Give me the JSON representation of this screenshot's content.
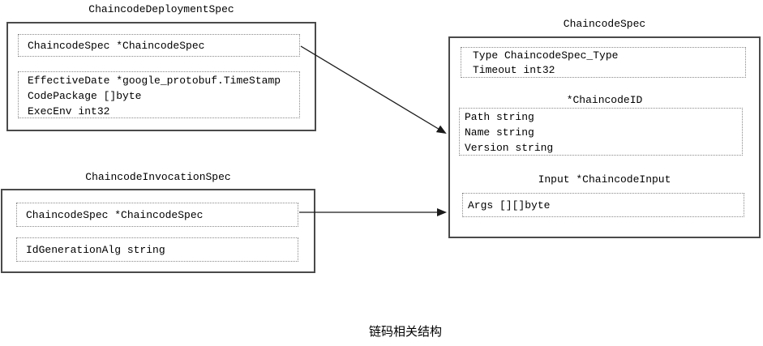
{
  "diagram": {
    "caption": "链码相关结构",
    "deployment_spec": {
      "title": "ChaincodeDeploymentSpec",
      "field_spec": "ChaincodeSpec *ChaincodeSpec",
      "field_lines": [
        "EffectiveDate *google_protobuf.TimeStamp",
        "CodePackage []byte",
        "ExecEnv int32"
      ]
    },
    "invocation_spec": {
      "title": "ChaincodeInvocationSpec",
      "field_spec": "ChaincodeSpec *ChaincodeSpec",
      "field_idgen": "IdGenerationAlg string"
    },
    "chaincode_spec": {
      "title": "ChaincodeSpec",
      "type_lines": [
        "Type ChaincodeSpec_Type",
        "Timeout int32"
      ],
      "chaincode_id_label": "*ChaincodeID",
      "chaincode_id_lines": [
        "Path string",
        "Name string",
        "Version string"
      ],
      "input_label": "Input *ChaincodeInput",
      "args_line": "Args [][]byte"
    },
    "relations": [
      {
        "from": "ChaincodeDeploymentSpec.ChaincodeSpec",
        "to": "ChaincodeSpec"
      },
      {
        "from": "ChaincodeInvocationSpec.ChaincodeSpec",
        "to": "ChaincodeSpec"
      }
    ],
    "colors": {
      "outer_border": "#4a4a4a",
      "dotted_border": "#8a8a8a",
      "arrow": "#1a1a1a",
      "text": "#000000",
      "background": "#ffffff"
    }
  }
}
